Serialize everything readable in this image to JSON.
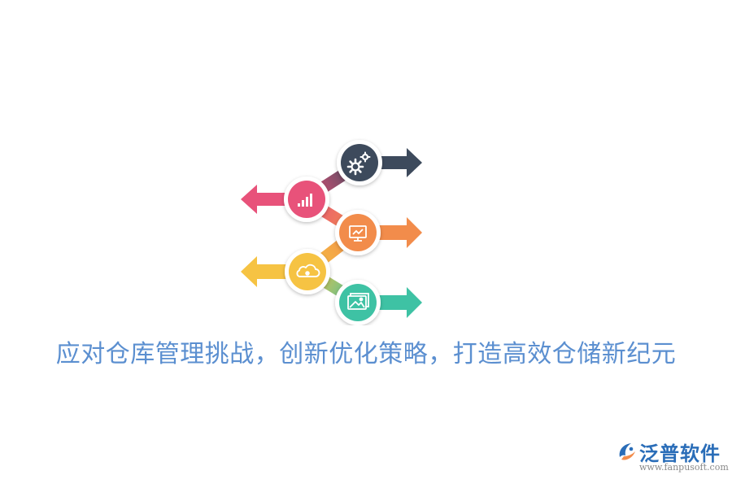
{
  "headline": "应对仓库管理挑战，创新优化策略，打造高效仓储新纪元",
  "brand": {
    "name": "泛普软件",
    "url": "www.fanpusoft.com"
  },
  "steps": [
    {
      "icon": "gears-icon",
      "color": "#3d4a5c",
      "arrow_direction": "right"
    },
    {
      "icon": "bar-chart-icon",
      "color": "#e8527a",
      "arrow_direction": "left"
    },
    {
      "icon": "presentation-icon",
      "color": "#f28c4b",
      "arrow_direction": "right"
    },
    {
      "icon": "cloud-icon",
      "color": "#f6c343",
      "arrow_direction": "left"
    },
    {
      "icon": "image-gallery-icon",
      "color": "#3ec2a4",
      "arrow_direction": "right"
    }
  ],
  "colors": {
    "headline": "#5b8fd0",
    "brand": "#2a6db8"
  }
}
